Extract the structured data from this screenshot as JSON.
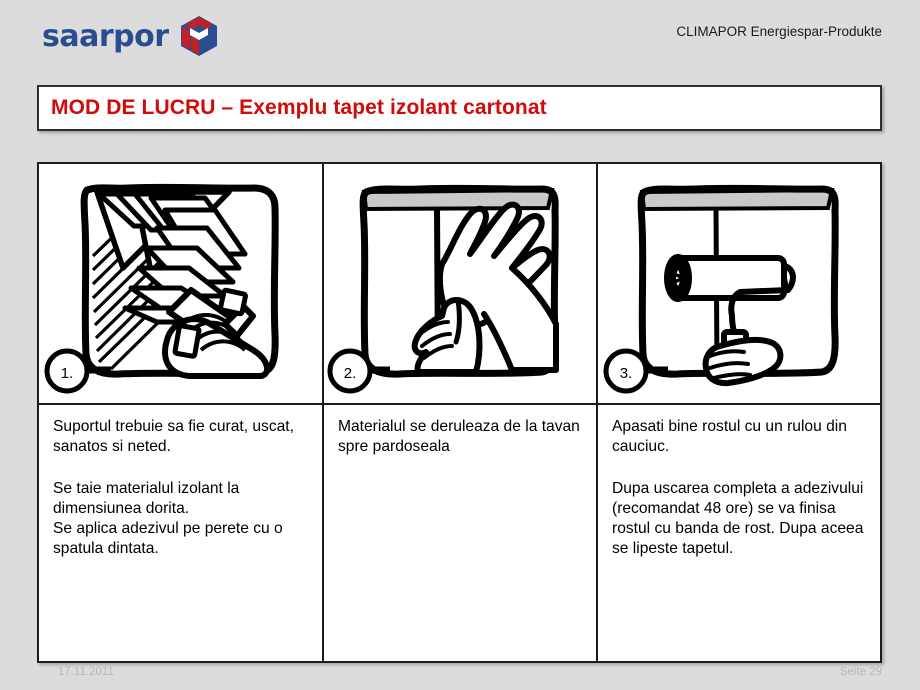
{
  "header": {
    "logo_text": "saarpor",
    "logo_icon": "saarpor-diamond-logo",
    "brand_blue": "#2a4d8f",
    "brand_red": "#c32026",
    "right_text": "CLIMAPOR Energiespar-Produkte"
  },
  "title": {
    "text": "MOD DE LUCRU – Exemplu tapet izolant cartonat",
    "color": "#d10a0a"
  },
  "steps": [
    {
      "number": "1.",
      "illustration": "hand-with-notched-spatula-applying-adhesive",
      "text_blocks": [
        "Suportul trebuie sa fie curat,",
        "uscat, sanatos si neted.",
        "Se taie materialul izolant la",
        "dimensiunea dorita.",
        "Se aplica adezivul pe perete",
        "cu o spatula dintata."
      ],
      "paragraph_1": "Suportul trebuie sa fie curat, uscat, sanatos si neted.",
      "paragraph_2": "Se taie materialul izolant la dimensiunea dorita.",
      "paragraph_3": "Se aplica adezivul pe perete cu o spatula dintata."
    },
    {
      "number": "2.",
      "illustration": "two-hands-unrolling-wallpaper-from-ceiling",
      "paragraph_1": "Materialul se deruleaza de la tavan spre pardoseala"
    },
    {
      "number": "3.",
      "illustration": "hand-holding-rubber-seam-roller",
      "paragraph_1": "Apasati bine rostul cu un rulou din cauciuc.",
      "paragraph_2": "Dupa uscarea completa a adezivului (recomandat 48 ore) se va finisa rostul cu banda de rost. Dupa aceea se lipeste tapetul."
    }
  ],
  "footer": {
    "date": "17.11.2011",
    "page": "Seite 29"
  }
}
